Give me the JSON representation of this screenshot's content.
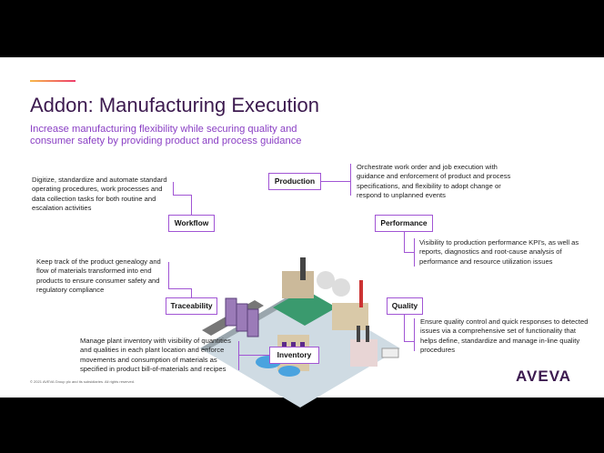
{
  "title": {
    "bold": "Addon:",
    "rest": " Manufacturing Execution"
  },
  "subtitle": "Increase manufacturing flexibility while securing quality and consumer safety by providing product and process guidance",
  "modules": {
    "workflow": {
      "label": "Workflow",
      "desc": "Digitize, standardize and automate standard operating procedures, work processes and data collection tasks for both routine and escalation activities"
    },
    "production": {
      "label": "Production",
      "desc": "Orchestrate work order and job execution with guidance and enforcement of product and process specifications, and flexibility to adopt change or respond to unplanned events"
    },
    "performance": {
      "label": "Performance",
      "desc": "Visibility to production performance KPI's, as well as reports, diagnostics and root-cause analysis of performance and resource utilization issues"
    },
    "traceability": {
      "label": "Traceability",
      "desc": "Keep track of the product genealogy and flow of materials transformed into end products to ensure consumer safety and regulatory compliance"
    },
    "quality": {
      "label": "Quality",
      "desc": "Ensure quality control and quick responses to detected issues via a comprehensive set of functionality that helps define, standardize and manage in-line quality procedures"
    },
    "inventory": {
      "label": "Inventory",
      "desc": "Manage plant inventory with visibility of quantities and qualities in each plant location and enforce movements and consumption of materials as specified in product bill-of-materials and recipes"
    }
  },
  "footer": {
    "copyright": "© 2021 AVEVA Group plc and its subsidiaries. All rights reserved.",
    "logo": "AVEVA"
  },
  "colors": {
    "accent": "#a155d4",
    "title": "#3c1a4f",
    "subtitle": "#8a3fc4"
  }
}
